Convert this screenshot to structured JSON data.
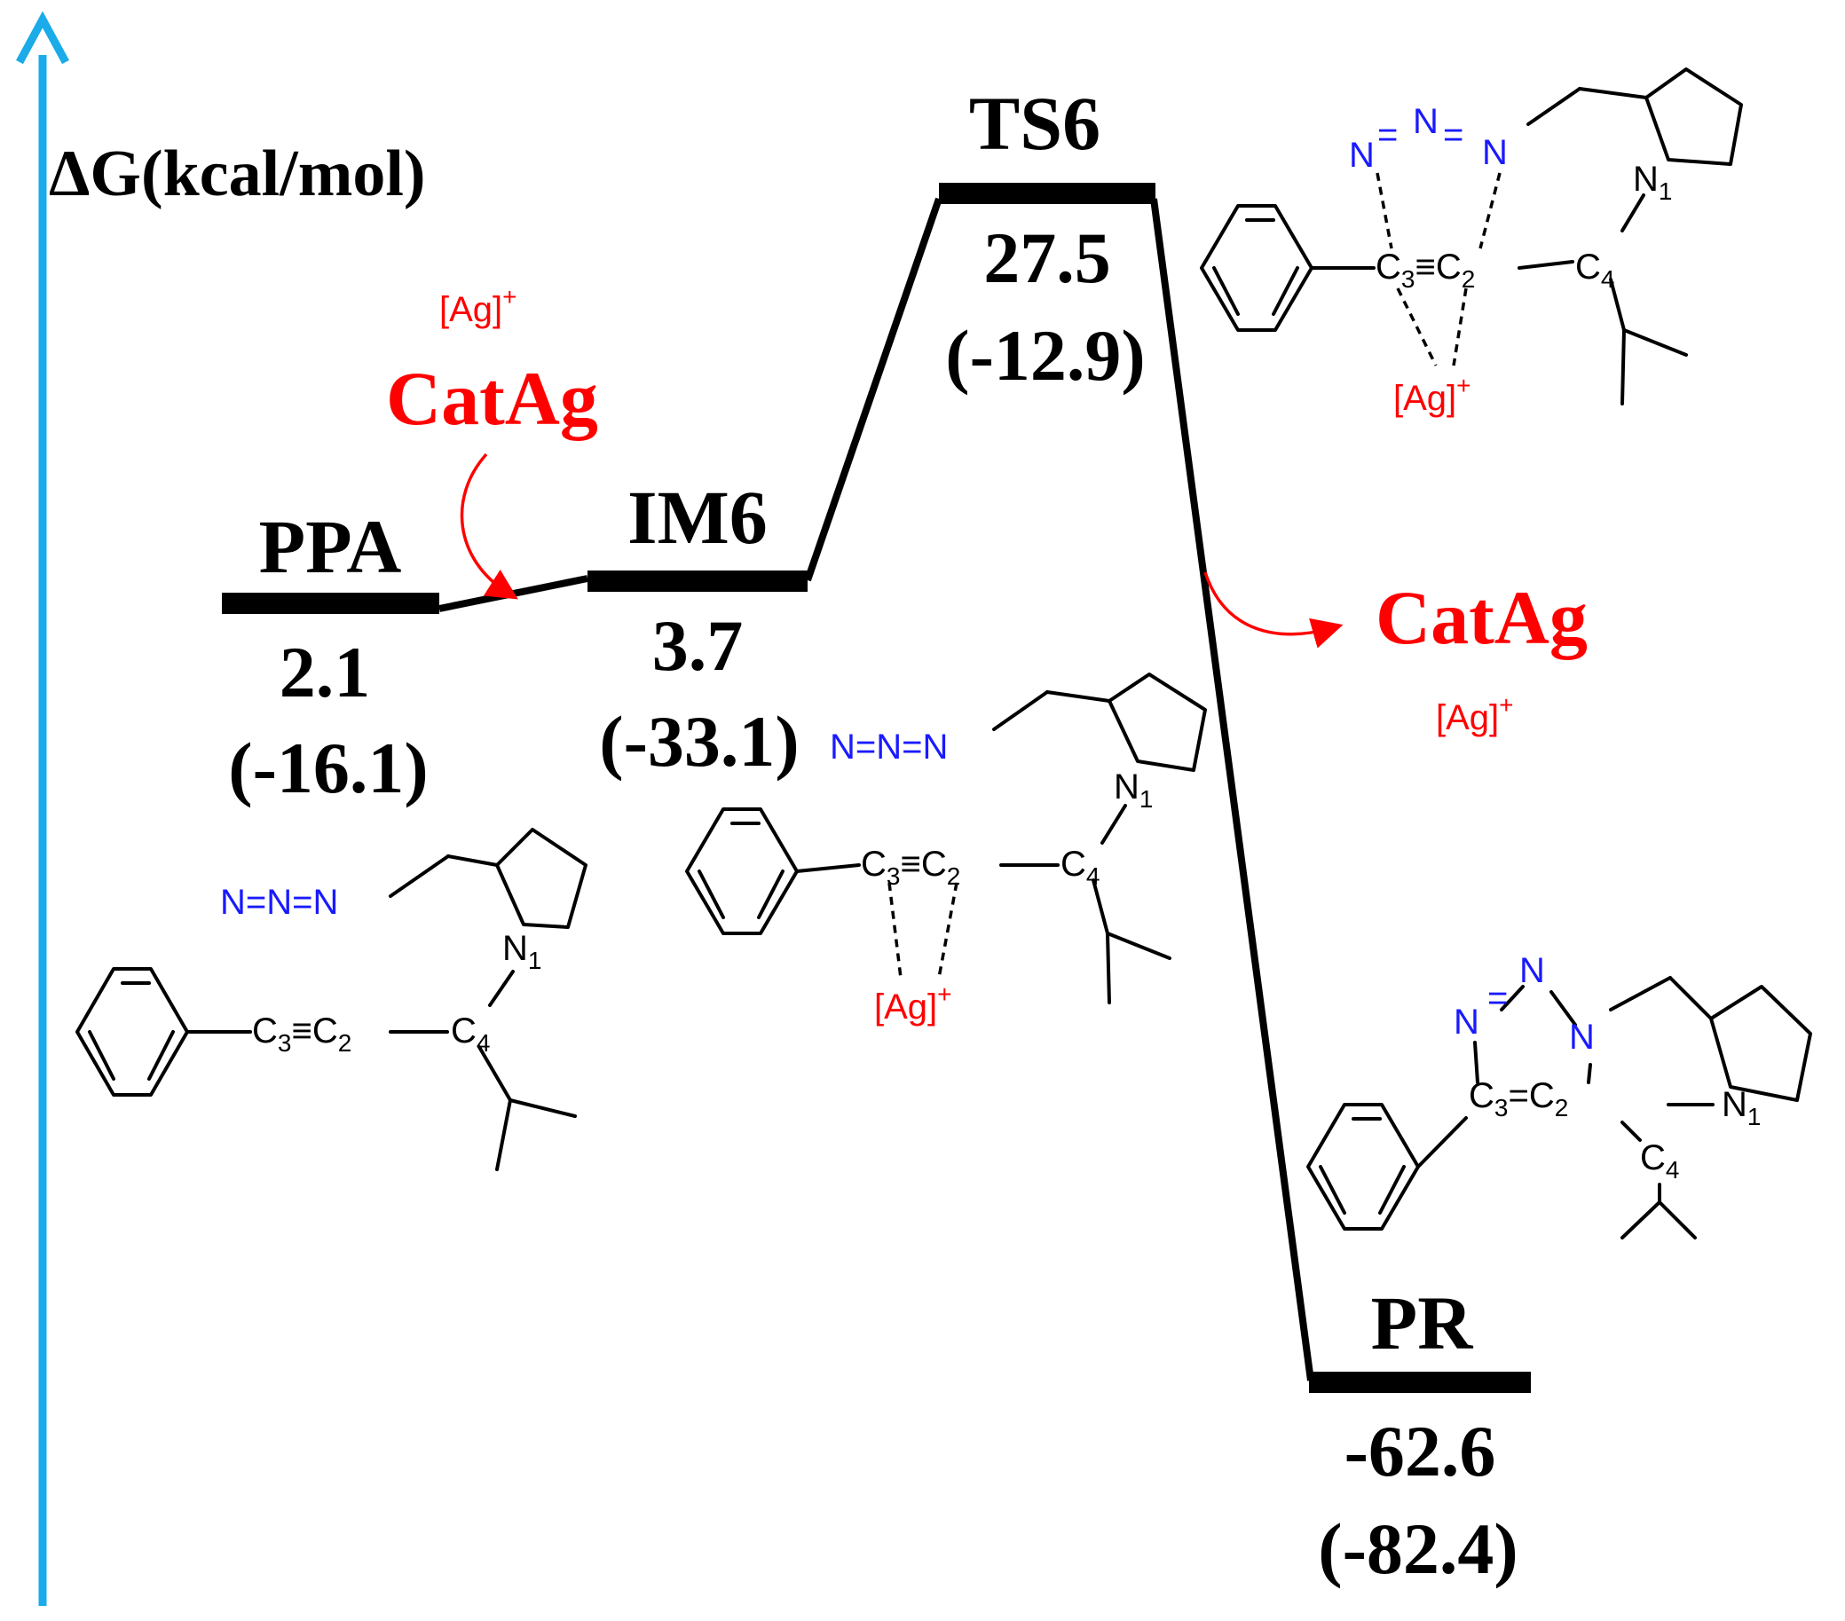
{
  "axis": {
    "title": "ΔG(kcal/mol)",
    "color": "#1aabe8"
  },
  "states": [
    {
      "id": "PPA",
      "label": "PPA",
      "energy": "2.1",
      "energy_alt": "(-16.1)"
    },
    {
      "id": "IM6",
      "label": "IM6",
      "energy": "3.7",
      "energy_alt": "(-33.1)"
    },
    {
      "id": "TS6",
      "label": "TS6",
      "energy": "27.5",
      "energy_alt": "(-12.9)"
    },
    {
      "id": "PR",
      "label": "PR",
      "energy": "-62.6",
      "energy_alt": "(-82.4)"
    }
  ],
  "catalyst": {
    "in_label": "CatAg",
    "out_label": "CatAg",
    "ag_text": "[Ag]",
    "ag_charge": "+",
    "color": "#ff0000"
  },
  "atoms": {
    "azide": "N=N=N",
    "n": "N",
    "c": "C",
    "triple": "≡",
    "double": "=",
    "sub1": "1",
    "sub2": "2",
    "sub3": "3",
    "sub4": "4"
  },
  "colors": {
    "nitrogen": "#1a1aff",
    "level": "#000000"
  }
}
